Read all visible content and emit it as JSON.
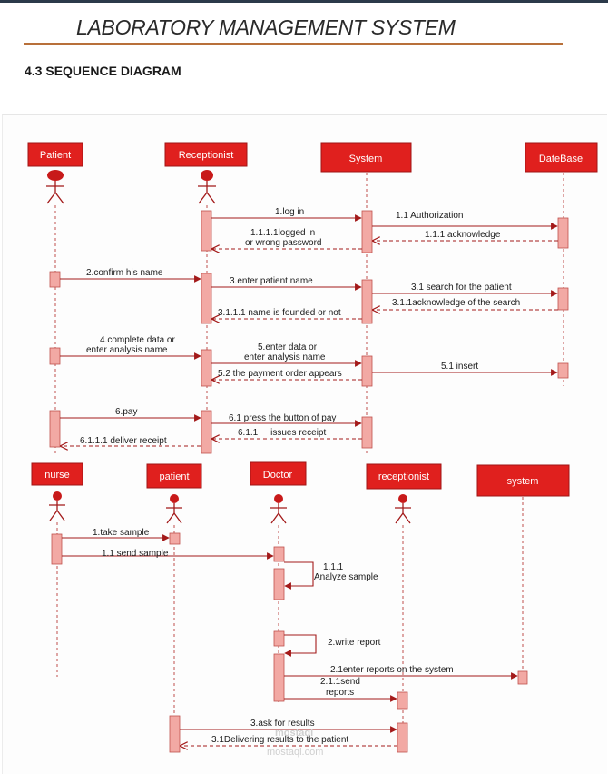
{
  "header": {
    "title": "LABORATORY MANAGEMENT SYSTEM",
    "section": "4.3 SEQUENCE DIAGRAM"
  },
  "diagram1": {
    "actors": {
      "patient": "Patient",
      "receptionist": "Receptionist",
      "system": "System",
      "database": "DateBase"
    },
    "messages": {
      "m1": "1.log in",
      "m1_1": "1.1 Authorization",
      "m1_1_1": "1.1.1 acknowledge",
      "m1_1_1_1_a": "1.1.1.1logged in",
      "m1_1_1_1_b": "or wrong password",
      "m2": "2.confirm his name",
      "m3": "3.enter patient name",
      "m3_1": "3.1 search for the patient",
      "m3_1_1": "3.1.1acknowledge of the search",
      "m3_1_1_1": "3.1.1.1 name is founded or not",
      "m4_a": "4.complete data or",
      "m4_b": "enter analysis name",
      "m5_a": "5.enter data or",
      "m5_b": "enter analysis name",
      "m5_1": "5.1 insert",
      "m5_2": "5.2 the payment order appears",
      "m6": "6.pay",
      "m6_1": "6.1 press the button of pay",
      "m6_1_1": "6.1.1     issues receipt",
      "m6_1_1_1": "6.1.1.1 deliver receipt"
    }
  },
  "diagram2": {
    "actors": {
      "nurse": "nurse",
      "patient": "patient",
      "doctor": "Doctor",
      "receptionist": "receptionist",
      "system": "system"
    },
    "messages": {
      "m1": "1.take sample",
      "m1_1": "1.1 send sample",
      "m1_1_1_a": "1.1.1",
      "m1_1_1_b": "Analyze sample",
      "m2": "2.write report",
      "m2_1": "2.1enter reports on the system",
      "m2_1_1_a": "2.1.1send",
      "m2_1_1_b": "reports",
      "m3": "3.ask for results",
      "m3_1": "3.1Delivering results to the patient"
    }
  },
  "watermark": {
    "logo": "mostaql",
    "domain": "mostaql.com"
  },
  "colors": {
    "actor_box": "#e0201e",
    "actor_box_border": "#a01515",
    "activation_fill": "#f2a9a4",
    "activation_border": "#c0504d",
    "arrow": "#a31a1a",
    "lifeline": "#c0504d"
  }
}
